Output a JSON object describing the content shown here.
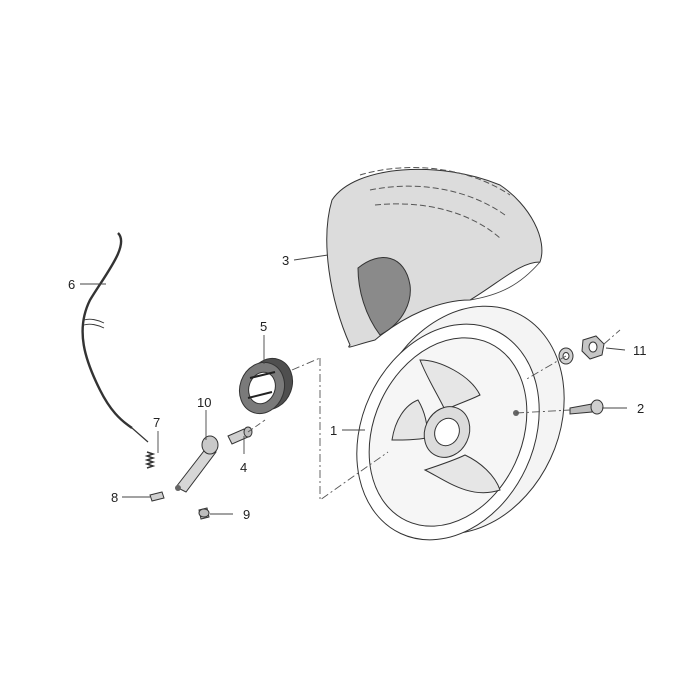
{
  "callouts": [
    {
      "id": "1",
      "text": "1"
    },
    {
      "id": "2",
      "text": "2"
    },
    {
      "id": "3",
      "text": "3"
    },
    {
      "id": "4",
      "text": "4"
    },
    {
      "id": "5",
      "text": "5"
    },
    {
      "id": "6",
      "text": "6"
    },
    {
      "id": "7",
      "text": "7"
    },
    {
      "id": "8",
      "text": "8"
    },
    {
      "id": "9",
      "text": "9"
    },
    {
      "id": "10",
      "text": "10"
    },
    {
      "id": "11",
      "text": "11"
    }
  ],
  "colors": {
    "line": "#333333",
    "tire_tread": "#d9d9d9",
    "tire_inner": "#8a8a8a",
    "rim": "#f2f2f2",
    "brake_dark": "#555555"
  }
}
